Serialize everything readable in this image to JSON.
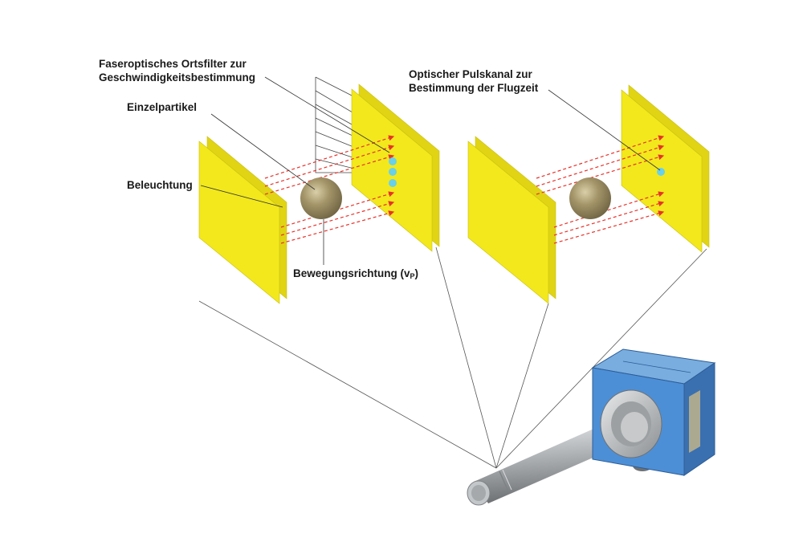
{
  "labels": {
    "fiber_filter_line1": "Faseroptisches Ortsfilter zur",
    "fiber_filter_line2": "Geschwindigkeitsbestimmung",
    "single_particle": "Einzelpartikel",
    "illumination": "Beleuchtung",
    "motion_direction": "Bewegungsrichtung (v",
    "motion_direction_sub": "P",
    "motion_direction_close": ")",
    "pulse_channel_line1": "Optischer Pulskanal zur",
    "pulse_channel_line2": "Bestimmung der Flugzeit"
  },
  "colors": {
    "panel_fill": "#f2e81c",
    "panel_edge": "#c9bf10",
    "beam": "#e8322a",
    "detector_dot": "#6ad0e8",
    "particle": "#a39468",
    "housing": "#4d8fd6",
    "probe": "#b9bcbf"
  }
}
